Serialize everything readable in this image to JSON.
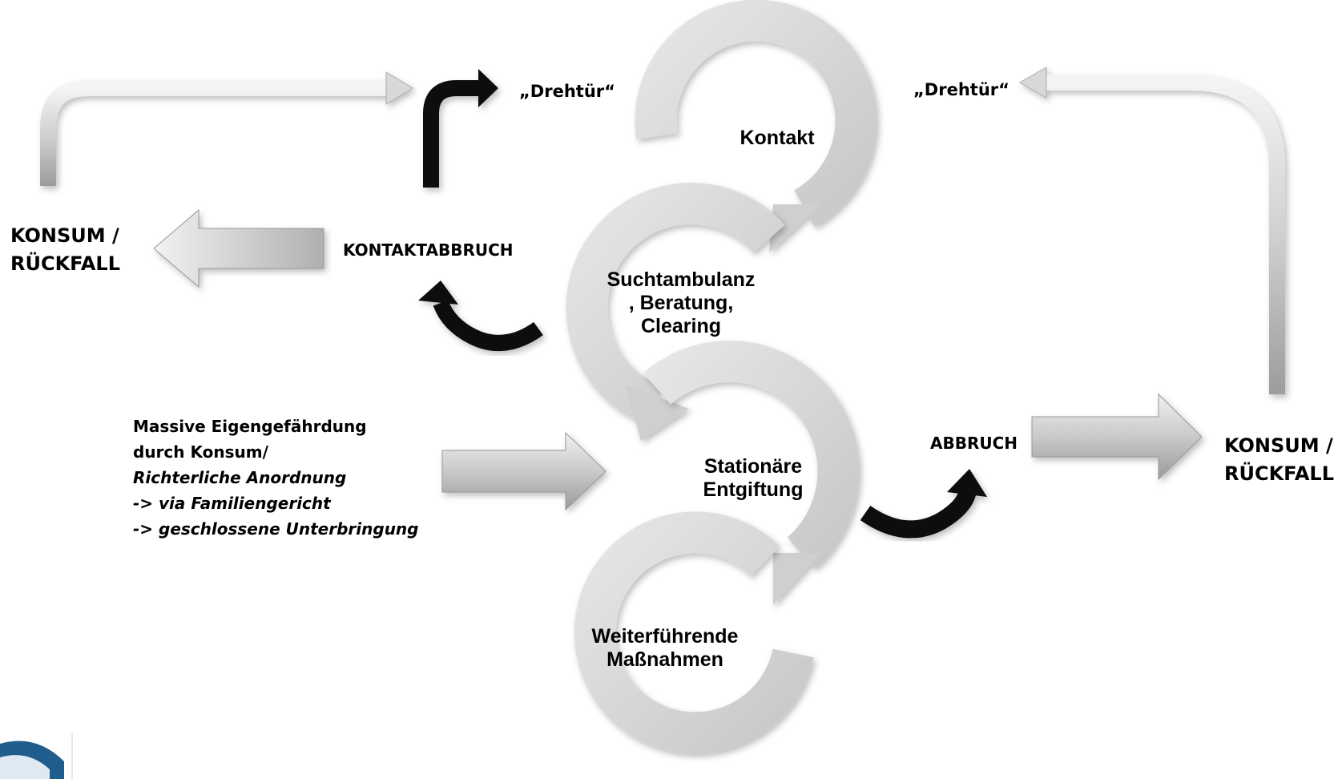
{
  "cycle": {
    "step1": "Kontakt",
    "step2_line1": "Suchtambulanz",
    "step2_line2": ", Beratung,",
    "step2_line3": "Clearing",
    "step3_line1": "Stationäre",
    "step3_line2": "Entgiftung",
    "step4_line1": "Weiterführende",
    "step4_line2": "Maßnahmen"
  },
  "left": {
    "outcome_line1": "KONSUM /",
    "outcome_line2": "RÜCKFALL",
    "exit": "KONTAKTABBRUCH",
    "revolving_door": "„Drehtür“"
  },
  "right": {
    "outcome_line1": "KONSUM /",
    "outcome_line2": "RÜCKFALL",
    "exit": "ABBRUCH",
    "revolving_door": "„Drehtür“"
  },
  "entry_condition": {
    "line1": "Massive Eigengefährdung",
    "line2": "durch Konsum/",
    "line3": "Richterliche Anordnung",
    "line4": "-> via Familiengericht",
    "line5": "-> geschlossene Unterbringung"
  },
  "colors": {
    "cycle_ring": "#d4d4d4",
    "grey_arrow": "#b8b8b8",
    "black_arrow": "#111111"
  }
}
